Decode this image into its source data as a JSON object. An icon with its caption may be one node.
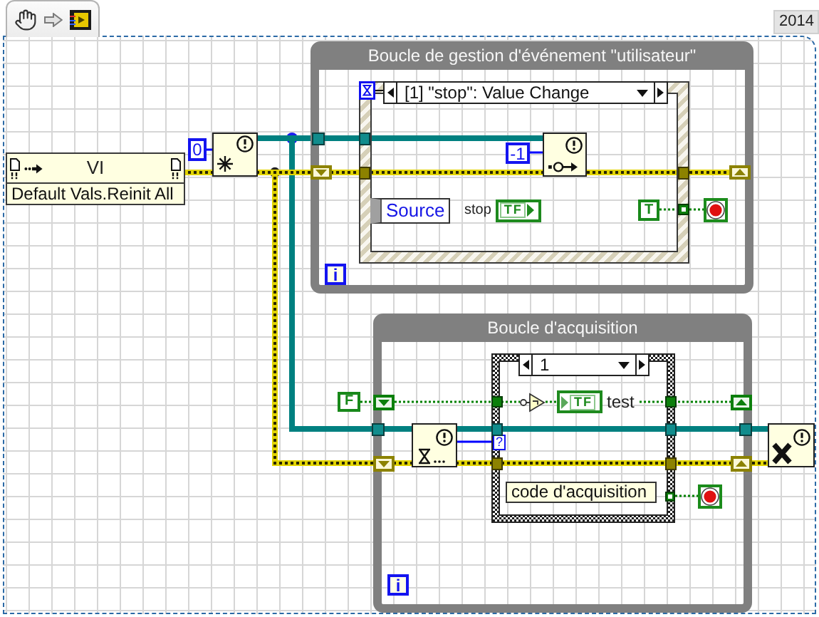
{
  "diagram": {
    "nodes": [
      {
        "text": [
          "VI",
          "Default Vals.Reinit All"
        ]
      },
      {
        "text": [
          "0"
        ]
      },
      {
        "text": [],
        "shape": "box"
      },
      {
        "text": [
          "Boucle de gestion d'événement \"utilisateur\""
        ]
      },
      {
        "text": [
          "[1] \"stop\": Value Change"
        ],
        "in": 3
      },
      {
        "text": [
          "-1"
        ],
        "in": 4
      },
      {
        "text": [],
        "shape": "box",
        "in": 4
      },
      {
        "text": [
          "Source"
        ],
        "in": 4
      },
      {
        "text": [
          "TF"
        ],
        "beside": [
          "stop"
        ],
        "in": 4
      },
      {
        "text": [
          "T"
        ],
        "in": 4
      },
      {
        "text": [],
        "shape": "box",
        "in": 3
      },
      {
        "text": [
          "i"
        ],
        "in": 3
      },
      {
        "text": [
          "Boucle d'acquisition"
        ]
      },
      {
        "text": [
          "F"
        ]
      },
      {
        "text": [],
        "shape": "box",
        "in": 12
      },
      {
        "text": [
          "1"
        ],
        "in": 12
      },
      {
        "text": [],
        "shape": "triangle",
        "in": 15
      },
      {
        "text": [
          "TF"
        ],
        "beside": [
          "test"
        ],
        "in": 15
      },
      {
        "text": [
          "?"
        ],
        "in": 15
      },
      {
        "text": [
          "code d'acquisition"
        ],
        "in": 15
      },
      {
        "text": [],
        "shape": "box",
        "in": 12
      },
      {
        "text": [
          "i"
        ],
        "in": 12
      },
      {
        "text": [],
        "shape": "box"
      },
      {
        "text": [],
        "shape": "box",
        "in": 3
      },
      {
        "text": [],
        "shape": "box",
        "in": 3
      },
      {
        "text": [],
        "shape": "box",
        "in": 12
      },
      {
        "text": [],
        "shape": "box",
        "in": 12
      },
      {
        "text": [],
        "shape": "box",
        "in": 12
      },
      {
        "text": [],
        "shape": "box",
        "in": 12
      }
    ],
    "edges": [
      {
        "from": 0,
        "to": 2,
        "arrow": "none",
        "style": "thick"
      },
      {
        "from": 1,
        "to": 2,
        "arrow": "none",
        "color": "#0000ff"
      },
      {
        "from": 2,
        "to": 6,
        "arrow": "none",
        "style": "thick",
        "color": "#008080"
      },
      {
        "from": 2,
        "to": 14,
        "arrow": "none",
        "style": "thick",
        "color": "#008080"
      },
      {
        "from": 2,
        "to": 23,
        "arrow": "none",
        "style": "thick"
      },
      {
        "from": 23,
        "to": 6,
        "arrow": "none",
        "style": "thick"
      },
      {
        "from": 2,
        "to": 26,
        "arrow": "none",
        "style": "thick"
      },
      {
        "from": 26,
        "to": 14,
        "arrow": "none",
        "style": "thick"
      },
      {
        "from": 5,
        "to": 6,
        "arrow": "none",
        "color": "#0000ff"
      },
      {
        "from": 6,
        "to": 24,
        "arrow": "none",
        "style": "thick"
      },
      {
        "from": 9,
        "to": 10,
        "arrow": "none",
        "style": "dashed",
        "color": "#008000"
      },
      {
        "from": 13,
        "to": 25,
        "arrow": "none",
        "style": "dashed",
        "color": "#008000"
      },
      {
        "from": 25,
        "to": 16,
        "arrow": "none",
        "style": "dashed",
        "color": "#008000"
      },
      {
        "from": 16,
        "to": 17,
        "arrow": "none",
        "style": "dashed",
        "color": "#008000"
      },
      {
        "from": 17,
        "to": 27,
        "arrow": "none",
        "style": "dashed",
        "color": "#008000"
      },
      {
        "from": 14,
        "to": 18,
        "arrow": "none",
        "color": "#0000ff"
      },
      {
        "from": 14,
        "to": 22,
        "arrow": "none",
        "style": "thick",
        "color": "#008080"
      },
      {
        "from": 14,
        "to": 28,
        "arrow": "none",
        "style": "thick"
      },
      {
        "from": 28,
        "to": 22,
        "arrow": "none",
        "style": "thick"
      },
      {
        "from": 15,
        "to": 20,
        "arrow": "none",
        "style": "dashed",
        "color": "#008000"
      }
    ],
    "labels": [
      "2014"
    ]
  }
}
